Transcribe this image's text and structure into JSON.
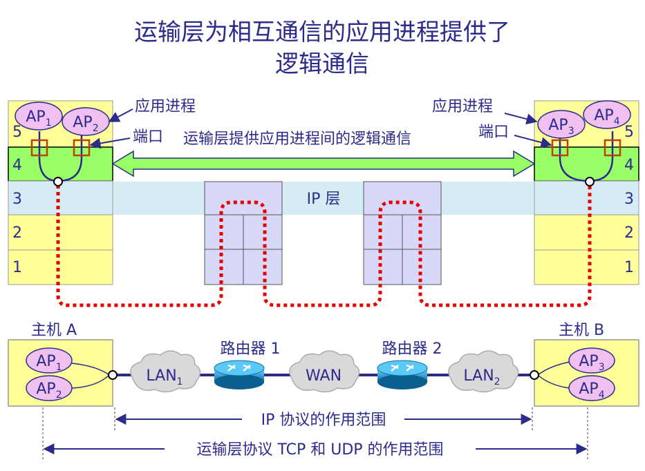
{
  "title": {
    "line1": "运输层为相互通信的应用进程提供了",
    "line2": "逻辑通信"
  },
  "upper": {
    "label_app_process_left": "应用进程",
    "label_port_left": "端口",
    "label_app_process_right": "应用进程",
    "label_port_right": "端口",
    "logical_comm_label": "运输层提供应用进程间的逻辑通信",
    "ip_layer_label": "IP 层",
    "left_stack": {
      "layers": [
        "5",
        "4",
        "3",
        "2",
        "1"
      ],
      "ap1": {
        "base": "AP",
        "sub": "1"
      },
      "ap2": {
        "base": "AP",
        "sub": "2"
      }
    },
    "right_stack": {
      "layers": [
        "5",
        "4",
        "3",
        "2",
        "1"
      ],
      "ap3": {
        "base": "AP",
        "sub": "3"
      },
      "ap4": {
        "base": "AP",
        "sub": "4"
      }
    }
  },
  "lower": {
    "host_a": {
      "label": "主机 A",
      "ap1": {
        "base": "AP",
        "sub": "1"
      },
      "ap2": {
        "base": "AP",
        "sub": "2"
      }
    },
    "host_b": {
      "label": "主机 B",
      "ap3": {
        "base": "AP",
        "sub": "3"
      },
      "ap4": {
        "base": "AP",
        "sub": "4"
      }
    },
    "router1_label": "路由器 1",
    "router2_label": "路由器 2",
    "lan1": {
      "base": "LAN",
      "sub": "1"
    },
    "wan": "WAN",
    "lan2": {
      "base": "LAN",
      "sub": "2"
    },
    "ip_scope_label": "IP 协议的作用范围",
    "transport_scope_label": "运输层协议 TCP 和 UDP 的作用范围"
  },
  "colors": {
    "title": "#2b2b8c",
    "yellow": "#ffff99",
    "green": "#99ff66",
    "ip_band": "#d6ecf5",
    "router_box": "#d8d8f8",
    "red_dotted": "#e60000",
    "port_box": "#c04000",
    "ap_bubble": "#f0c0f0",
    "navy": "#2b2b8c"
  }
}
